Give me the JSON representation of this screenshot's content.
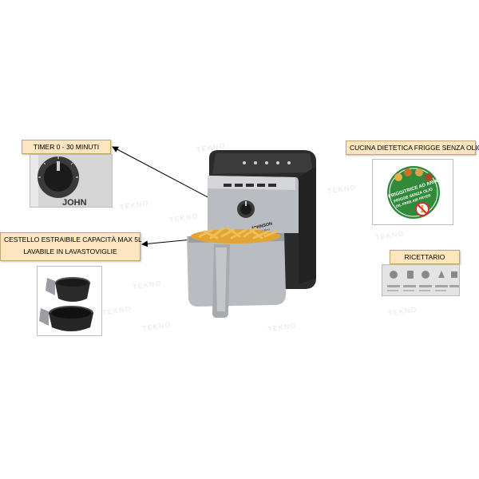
{
  "callouts": {
    "timer": "TIMER 0 - 30 MINUTI",
    "basket_line1": "CESTELLO ESTRAIBILE CAPACITÀ MAX 5L",
    "basket_line2": "LAVABILE IN LAVASTOVIGLIE",
    "diet": "CUCINA DIETETICA FRIGGE SENZA OLIO",
    "recipes": "RICETTARIO"
  },
  "product": {
    "brand_line1": "JOHNSON",
    "brand_line2": "SpeedyFry",
    "knob_text": "JOHN"
  },
  "badge": {
    "line1": "FRIGGITRICE AD ARIA",
    "line2": "FRIGGE SENZA OLIO",
    "line3": "OIL FREE AIR FRYER"
  },
  "watermark_text": "TEKNO",
  "colors": {
    "label_bg": "#fde6bf",
    "label_border": "#c7a56a",
    "badge_green": "#2f8a3a",
    "steel": "#b9bcc0",
    "body_dark": "#2b2b2b"
  }
}
